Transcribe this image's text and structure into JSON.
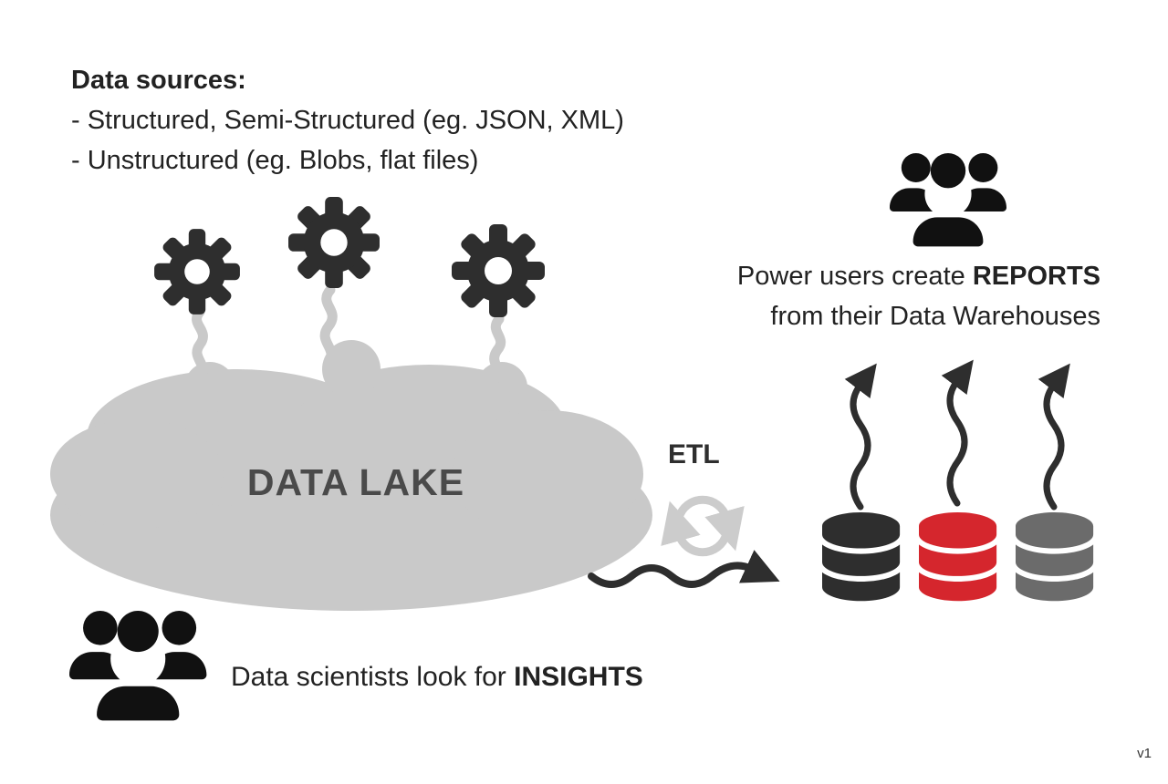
{
  "meta": {
    "version_label": "v1"
  },
  "colors": {
    "dark": "#2e2e2e",
    "cloud": "#c9c9c9",
    "light": "#cccccc",
    "black": "#111111",
    "db_dark": "#2e2e2e",
    "db_red": "#d5262d",
    "db_gray": "#6b6b6b",
    "lake_text": "#4a4a4a",
    "body_text": "#222222"
  },
  "data_sources": {
    "title": "Data sources:",
    "items": [
      "- Structured, Semi-Structured (eg. JSON, XML)",
      "- Unstructured (eg. Blobs, flat files)"
    ]
  },
  "data_lake": {
    "label": "DATA LAKE"
  },
  "etl": {
    "label": "ETL"
  },
  "power_users": {
    "line1_prefix": "Power users create ",
    "line1_bold": "REPORTS",
    "line2": "from their Data Warehouses"
  },
  "data_scientists": {
    "prefix": "Data scientists look for ",
    "bold": "INSIGHTS"
  },
  "icons": {
    "gears": "gear-icon",
    "steam": "steam-wisp",
    "recycle": "recycle-icon",
    "power_users_group": "users-icon",
    "data_scientists_group": "users-icon",
    "databases": [
      "database-icon-dark",
      "database-icon-red",
      "database-icon-gray"
    ],
    "arrows": [
      "etl-output-arrow",
      "report-arrow-1",
      "report-arrow-2",
      "report-arrow-3"
    ]
  }
}
